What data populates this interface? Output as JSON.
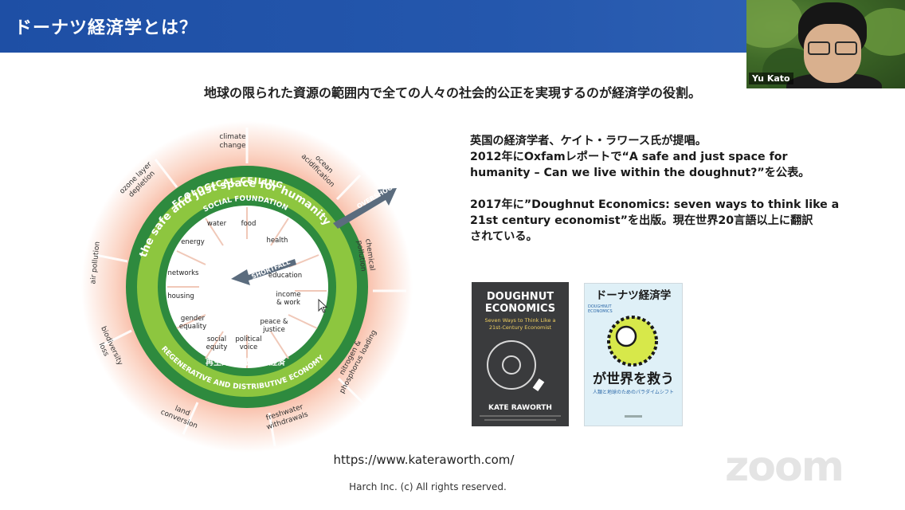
{
  "slide": {
    "title": "ドーナツ経済学とは？",
    "subtitle": "地球の限られた資源の範囲内で全ての人々の社会的公正を実現するのが経済学の役割。",
    "paragraph1_line1": "英国の経済学者、ケイト・ラワース氏が提唱。",
    "paragraph1_line2": "2012年にOxfamレポートで“A safe and just space for",
    "paragraph1_line3": "humanity – Can we live within the doughnut?”を公表。",
    "paragraph2_line1": "2017年に”Doughnut Economics: seven ways to think like a",
    "paragraph2_line2": "21st century economist”を出版。現在世界20言語以上に翻訳",
    "paragraph2_line3": "されている。",
    "url": "https://www.kateraworth.com/",
    "copyright": "Harch Inc. (c) All rights reserved."
  },
  "video": {
    "participant_name": "Yu Kato"
  },
  "zoom": {
    "logo": "zoom"
  },
  "doughnut_diagram": {
    "ceiling_label": "ECOLOGICAL CEILING",
    "safe_space_label": "the safe and just space for humanity",
    "foundation_label": "SOCIAL FOUNDATION",
    "regenerative_label": "REGENERATIVE AND DISTRIBUTIVE ECONOMY",
    "regenerative_jp": "再生的・分配的な経済",
    "overshoot_label": "OVERSHOOT",
    "shortfall_label": "SHORTFALL",
    "ecological": {
      "climate": [
        "climate",
        "change"
      ],
      "ocean": [
        "ocean",
        "acidification"
      ],
      "chemical": [
        "chemical",
        "pollution"
      ],
      "nitrogen": [
        "nitrogen &",
        "phosphorus loading"
      ],
      "freshwater": [
        "freshwater",
        "withdrawals"
      ],
      "land": [
        "land",
        "conversion"
      ],
      "biodiversity": [
        "biodiversity",
        "loss"
      ],
      "air": [
        "air pollution"
      ],
      "ozone": [
        "ozone layer",
        "depletion"
      ]
    },
    "social": {
      "water": "water",
      "food": "food",
      "health": "health",
      "education": "education",
      "income": [
        "income",
        "& work"
      ],
      "peace": [
        "peace &",
        "justice"
      ],
      "political": [
        "political",
        "voice"
      ],
      "social_equity": [
        "social",
        "equity"
      ],
      "gender": [
        "gender",
        "equality"
      ],
      "housing": "housing",
      "networks": "networks",
      "energy": "energy"
    }
  },
  "books": {
    "book1": {
      "title_line1": "DOUGHNUT",
      "title_line2": "ECONOMICS",
      "subtitle_line1": "Seven Ways to Think Like a",
      "subtitle_line2": "21st-Century Economist",
      "author": "KATE RAWORTH"
    },
    "book2": {
      "title": "ドーナツ経済学",
      "en_line1": "DOUGHNUT",
      "en_line2": "ECONOMICS",
      "title2": "が世界を救う",
      "subtitle": "人類と地球のためのパラダイムシフト"
    }
  }
}
